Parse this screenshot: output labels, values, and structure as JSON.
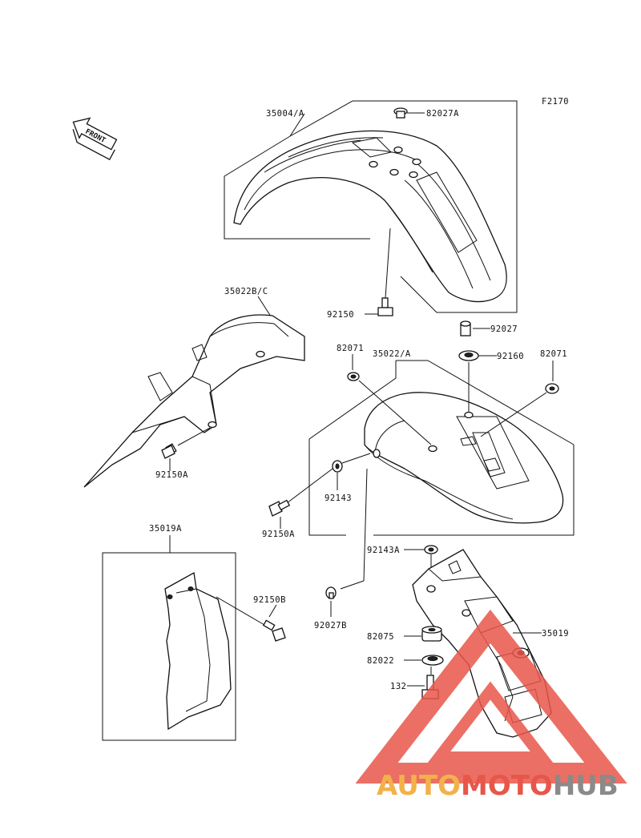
{
  "figure_code": "F2170",
  "front_label": "FRONT",
  "watermark": {
    "part1": "AUTO",
    "part2": "MOTO",
    "part3": "HUB",
    "colors": {
      "orange": "#f2b24a",
      "red": "#e8564a",
      "gray": "#8a8a8a"
    }
  },
  "parts": {
    "front_fender": "35004/A",
    "front_fender_nut": "82027A",
    "front_fender_bolt": "92150",
    "rear_flap": "35022B/C",
    "rear_flap_bolt": "92150A",
    "rear_fender": "35022/A",
    "grommet_left": "82071",
    "grommet_right": "82071",
    "collar": "92027",
    "washer_92160": "92160",
    "washer_92143": "92143",
    "rear_fender_bolt": "92150A",
    "rivet": "92027B",
    "mud_guard": "35019A",
    "mud_guard_bolt": "92150B",
    "bracket_washer": "92143A",
    "bracket": "35019",
    "damper": "82075",
    "washer_82022": "82022",
    "bolt_132": "132"
  }
}
